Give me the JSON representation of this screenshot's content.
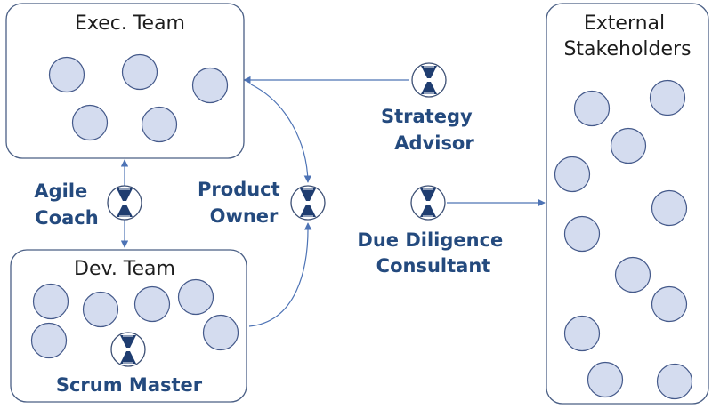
{
  "groups": {
    "exec_team": "Exec. Team",
    "dev_team": "Dev. Team",
    "external": [
      "External",
      "Stakeholders"
    ]
  },
  "roles": {
    "agile_coach": [
      "Agile",
      "Coach"
    ],
    "product_owner": [
      "Product",
      "Owner"
    ],
    "strategy_advisor": [
      "Strategy",
      "Advisor"
    ],
    "due_diligence": [
      "Due Diligence",
      "Consultant"
    ],
    "scrum_master": "Scrum Master"
  },
  "colors": {
    "member_fill": "#d4dcef",
    "role_glyph": "#1f3d70",
    "role_text": "#244a7e",
    "connector": "#4d73b5"
  }
}
